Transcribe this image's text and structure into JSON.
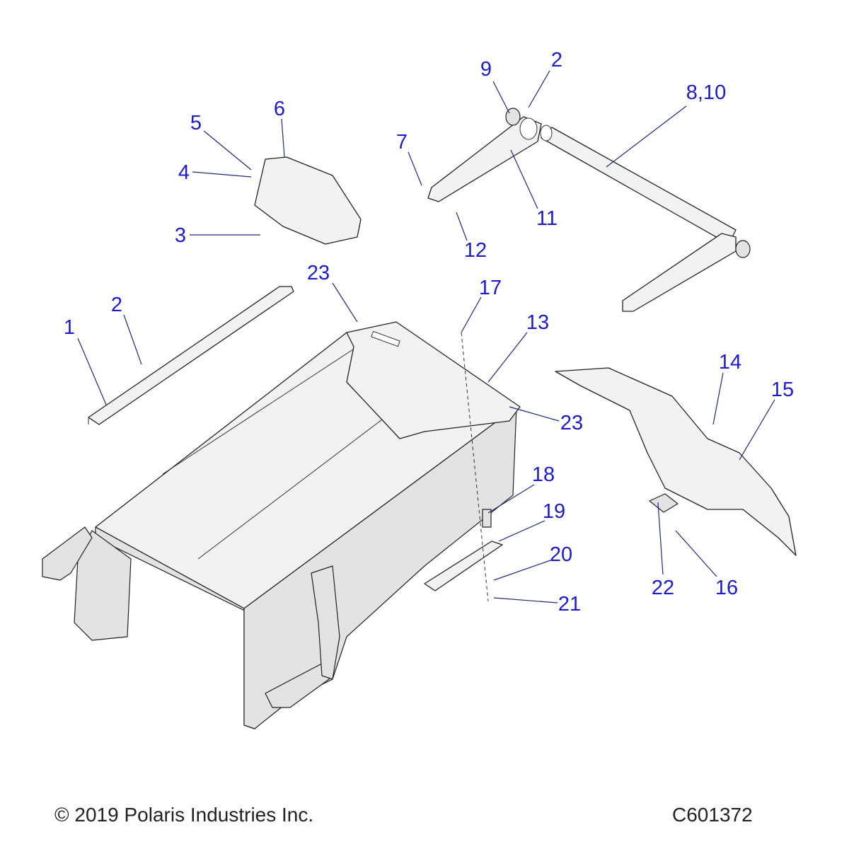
{
  "diagram": {
    "callouts": [
      "1",
      "2",
      "23",
      "17",
      "13",
      "23",
      "5",
      "4",
      "6",
      "3",
      "7",
      "9",
      "2",
      "8,10",
      "11",
      "12",
      "14",
      "15",
      "18",
      "19",
      "20",
      "21",
      "22",
      "16"
    ],
    "colors": {
      "callout": "#1c1ccc",
      "leader": "#1e2a78",
      "part_fill": "#f2f2f2",
      "outline": "#222222"
    }
  },
  "footer": {
    "copyright": "© 2019 Polaris Industries Inc.",
    "diagram_id": "C601372"
  }
}
